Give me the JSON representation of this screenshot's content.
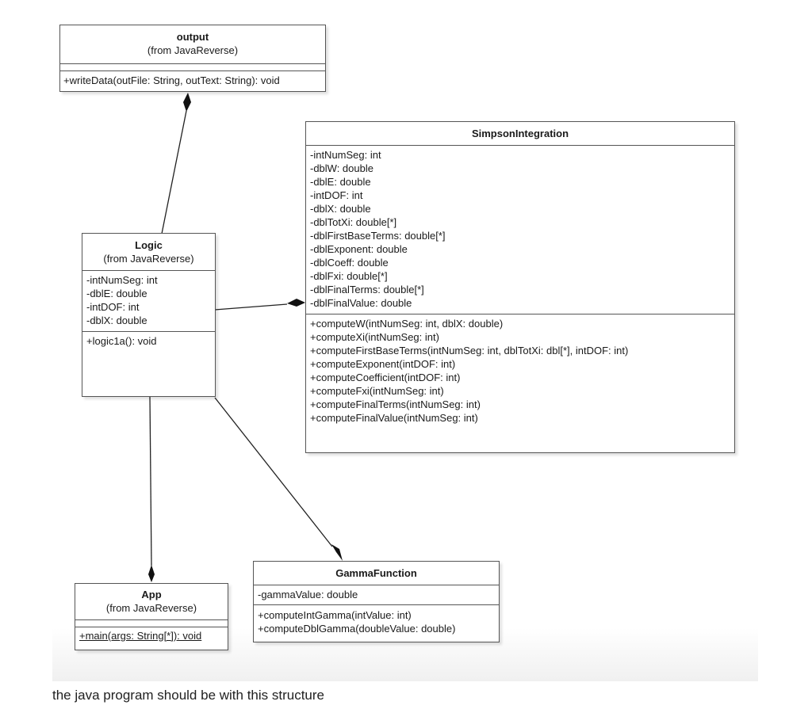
{
  "classes": {
    "output": {
      "name": "output",
      "from": "(from JavaReverse)",
      "operations": [
        "+writeData(outFile: String, outText: String): void"
      ]
    },
    "simpson": {
      "name": "SimpsonIntegration",
      "attributes": [
        "-intNumSeg: int",
        "-dblW: double",
        "-dblE: double",
        "-intDOF: int",
        "-dblX: double",
        "-dblTotXi: double[*]",
        "-dblFirstBaseTerms: double[*]",
        "-dblExponent: double",
        "-dblCoeff: double",
        "-dblFxi: double[*]",
        "-dblFinalTerms: double[*]",
        "-dblFinalValue: double"
      ],
      "operations": [
        "+computeW(intNumSeg: int, dblX: double)",
        "+computeXi(intNumSeg: int)",
        "+computeFirstBaseTerms(intNumSeg: int, dblTotXi: dbl[*], intDOF: int)",
        "+computeExponent(intDOF: int)",
        "+computeCoefficient(intDOF: int)",
        "+computeFxi(intNumSeg: int)",
        "+computeFinalTerms(intNumSeg: int)",
        "+computeFinalValue(intNumSeg: int)"
      ]
    },
    "logic": {
      "name": "Logic",
      "from": "(from JavaReverse)",
      "attributes": [
        "-intNumSeg: int",
        "-dblE: double",
        "-intDOF: int",
        "-dblX: double"
      ],
      "operations": [
        "+logic1a(): void"
      ]
    },
    "gamma": {
      "name": "GammaFunction",
      "attributes": [
        "-gammaValue: double"
      ],
      "operations": [
        "+computeIntGamma(intValue: int)",
        "+computeDblGamma(doubleValue: double)"
      ]
    },
    "app": {
      "name": "App",
      "from": "(from JavaReverse)",
      "operations": [
        "+main(args: String[*]): void"
      ]
    }
  },
  "caption": "the java program should be with this structure"
}
